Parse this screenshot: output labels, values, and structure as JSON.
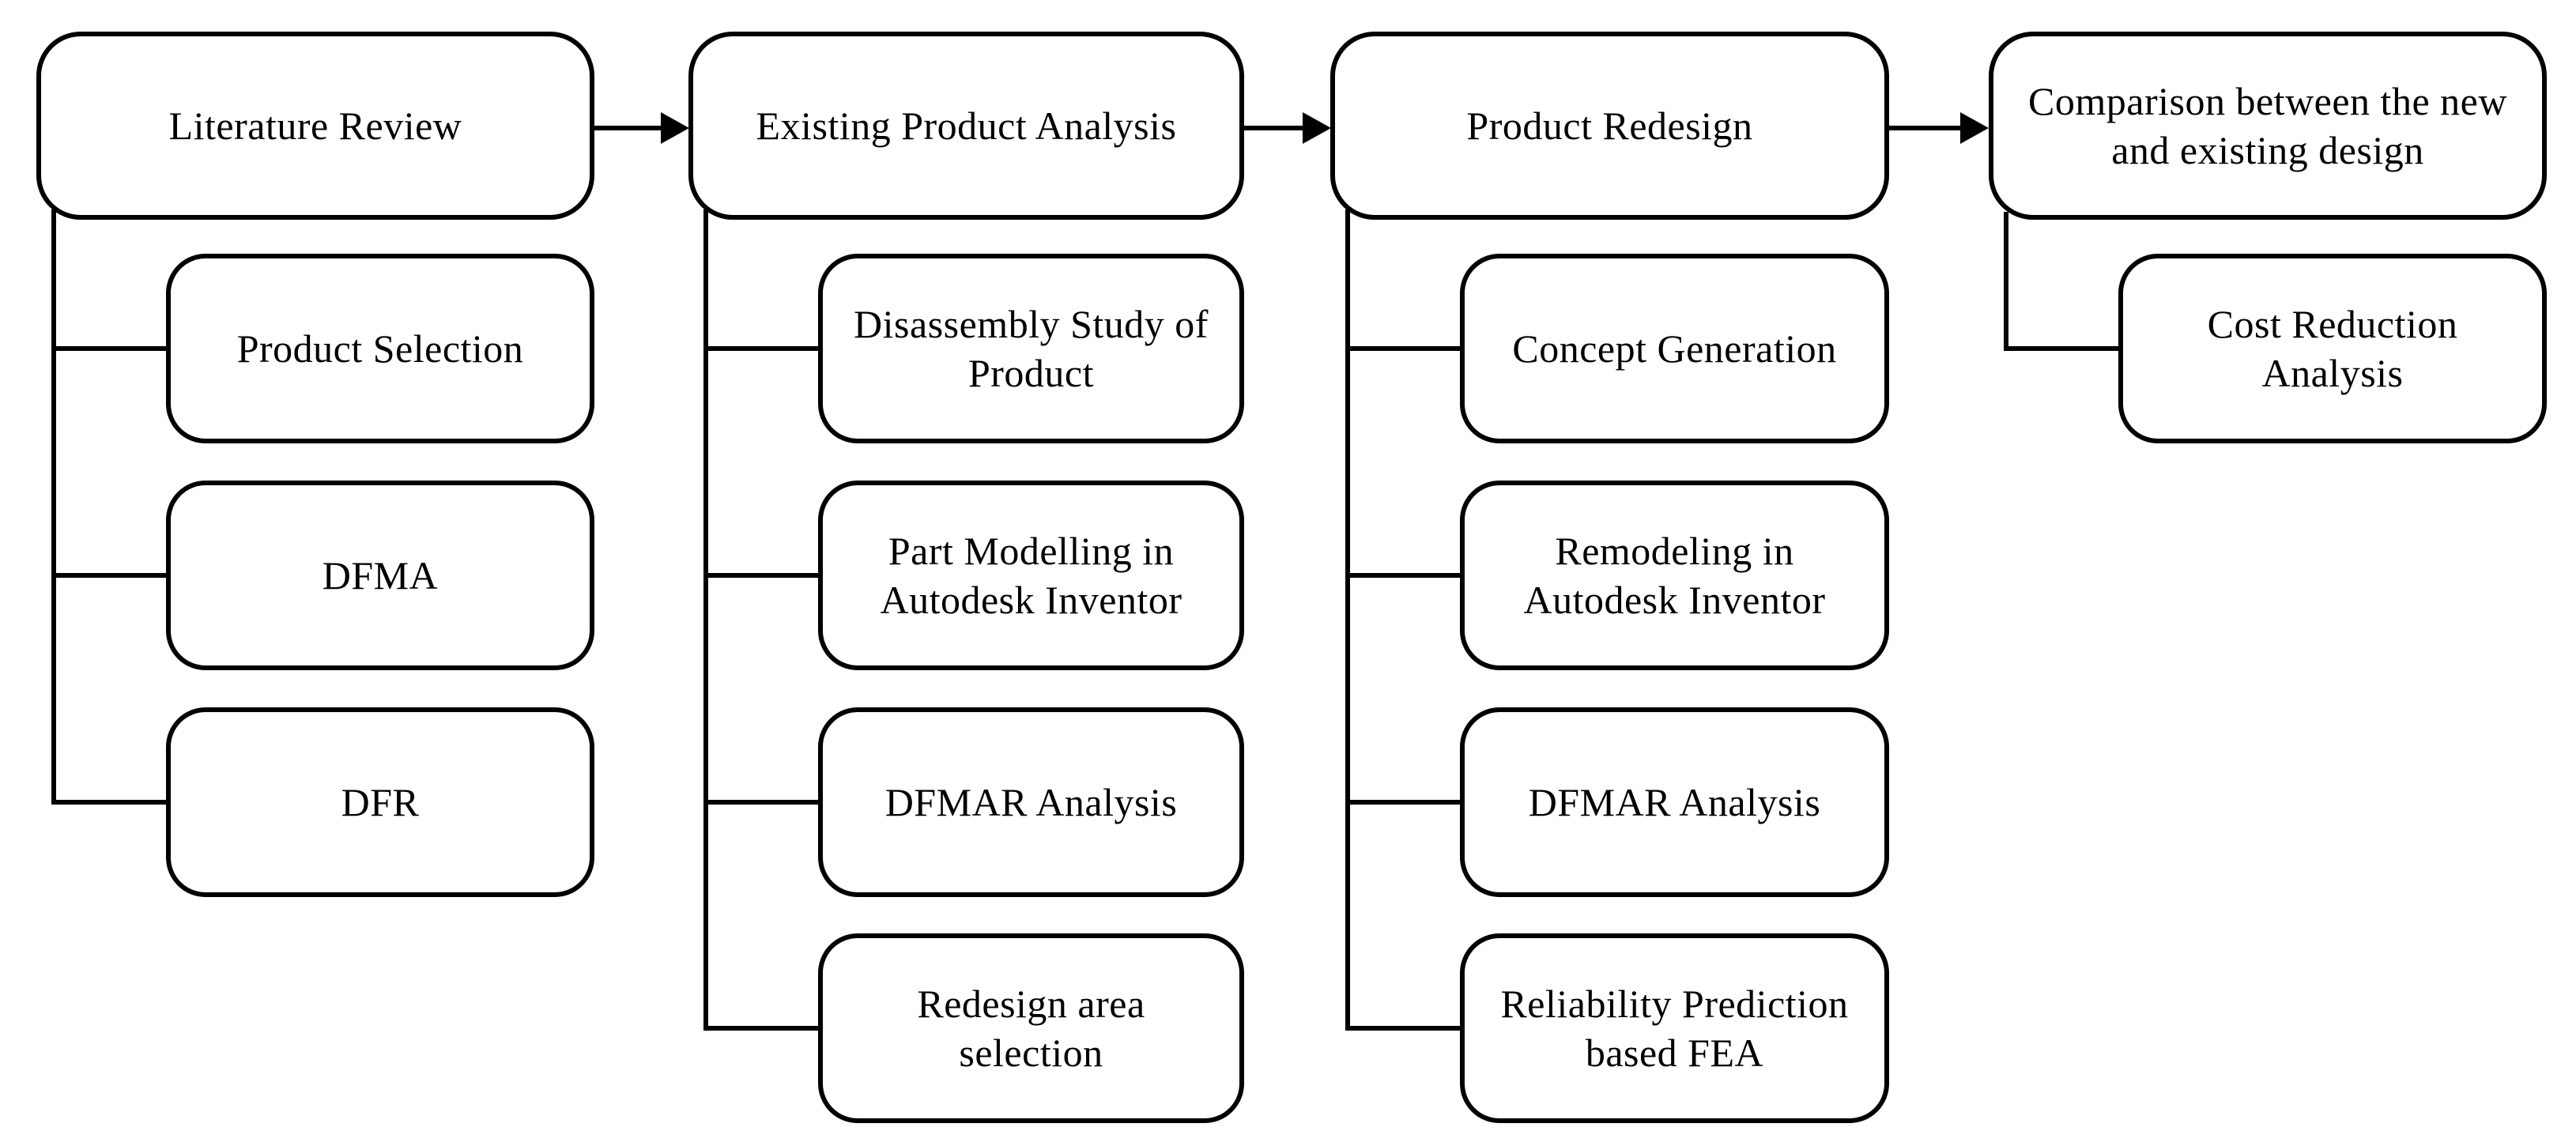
{
  "diagram": {
    "colors": {
      "line": "#000000",
      "fill": "#ffffff",
      "text": "#000000"
    },
    "columns": [
      {
        "header": {
          "label": "Literature Review"
        },
        "children": [
          {
            "label": "Product Selection"
          },
          {
            "label": "DFMA"
          },
          {
            "label": "DFR"
          }
        ]
      },
      {
        "header": {
          "label": "Existing Product Analysis"
        },
        "children": [
          {
            "label": "Disassembly Study of Product"
          },
          {
            "label": "Part Modelling in Autodesk Inventor"
          },
          {
            "label": "DFMAR Analysis"
          },
          {
            "label": "Redesign area selection"
          }
        ]
      },
      {
        "header": {
          "label": "Product Redesign"
        },
        "children": [
          {
            "label": "Concept Generation"
          },
          {
            "label": "Remodeling in Autodesk Inventor"
          },
          {
            "label": "DFMAR Analysis"
          },
          {
            "label": "Reliability Prediction based FEA"
          }
        ]
      },
      {
        "header": {
          "label": "Comparison between the new and existing design"
        },
        "children": [
          {
            "label": "Cost Reduction Analysis"
          }
        ]
      }
    ]
  }
}
